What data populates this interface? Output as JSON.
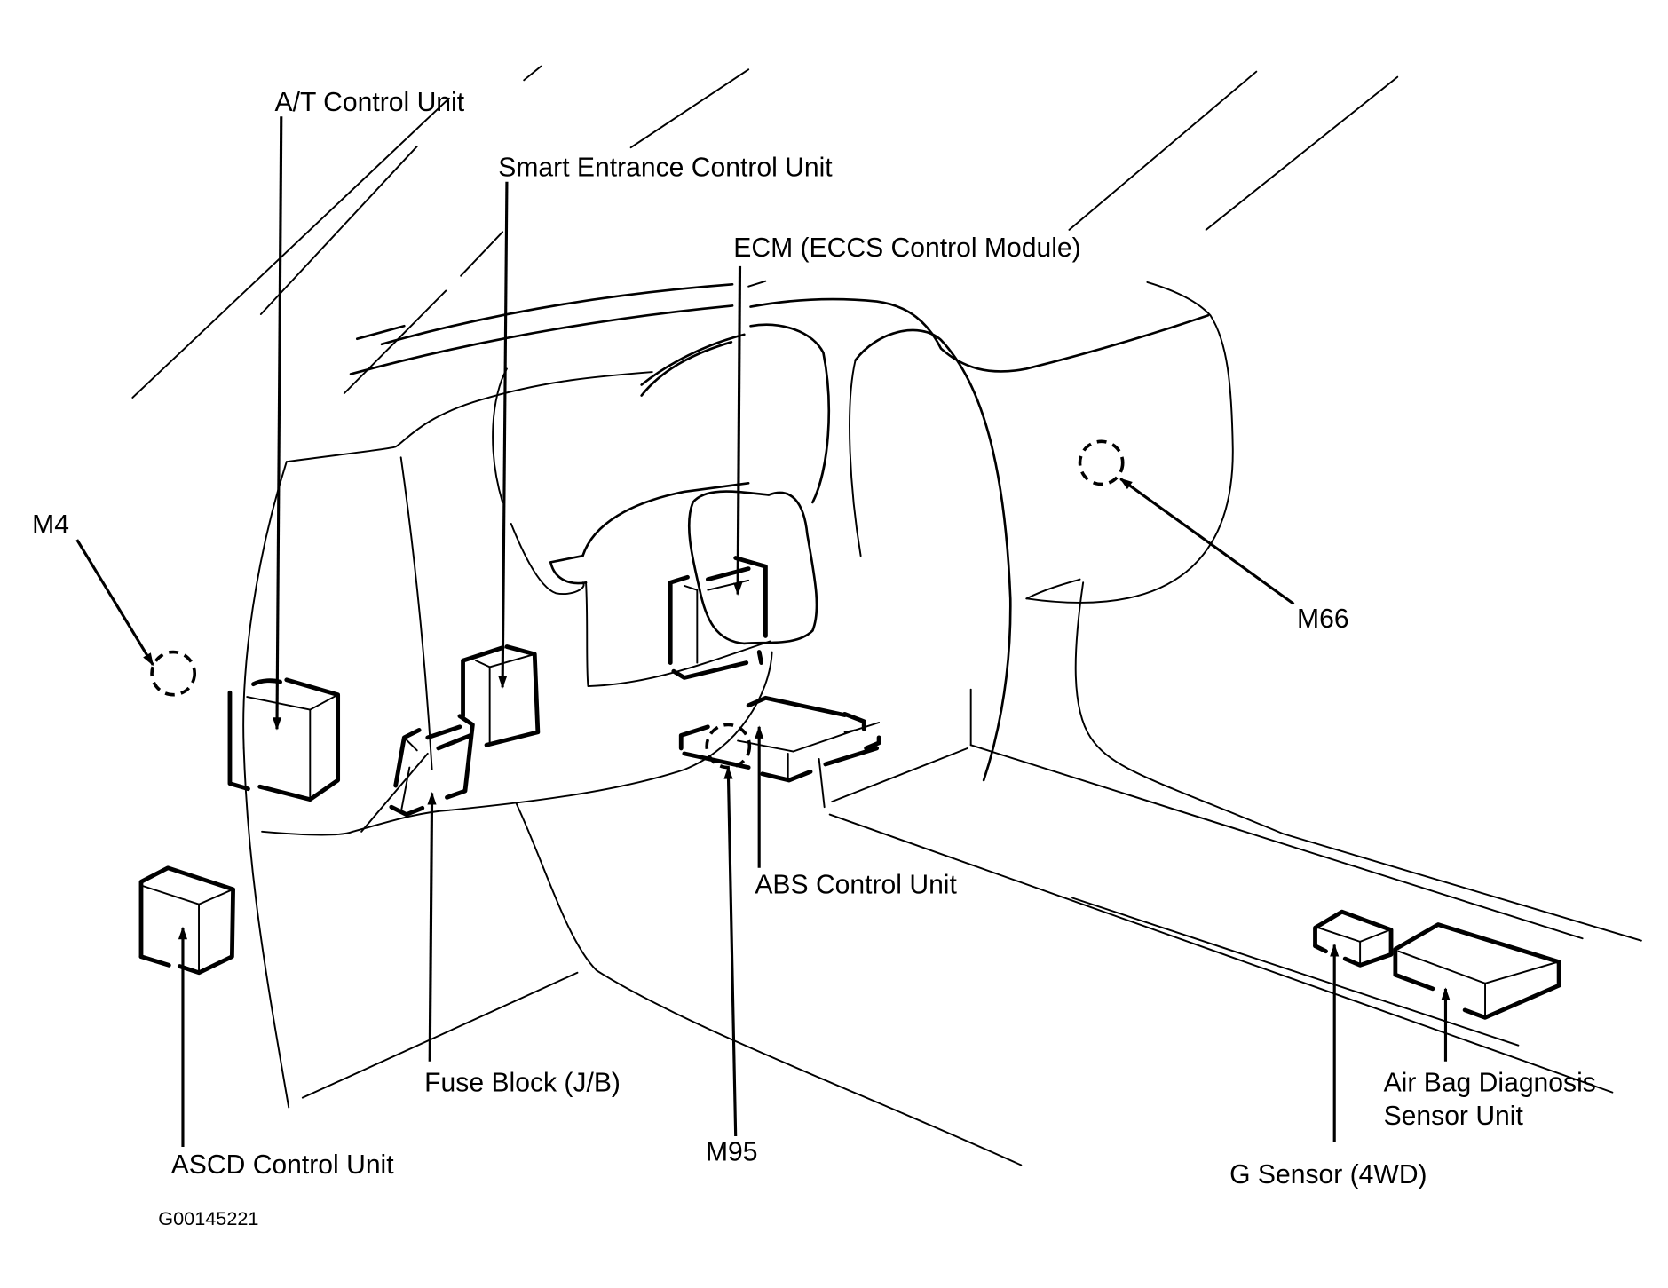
{
  "diagram": {
    "title": "Component Locations - Dash Area",
    "figure_id": "G00145221",
    "labels": {
      "at_control_unit": "A/T Control Unit",
      "smart_entrance_control_unit": "Smart Entrance Control Unit",
      "ecm": "ECM (ECCS Control Module)",
      "m4": "M4",
      "m66": "M66",
      "abs_control_unit": "ABS Control Unit",
      "fuse_block": "Fuse Block (J/B)",
      "m95": "M95",
      "ascd_control_unit": "ASCD Control Unit",
      "g_sensor": "G Sensor (4WD)",
      "air_bag_line1": "Air Bag Diagnosis",
      "air_bag_line2": "Sensor Unit"
    },
    "connectors": [
      "M4",
      "M66",
      "M95"
    ],
    "components": [
      "A/T Control Unit",
      "Smart Entrance Control Unit",
      "ECM (ECCS Control Module)",
      "ABS Control Unit",
      "Fuse Block (J/B)",
      "ASCD Control Unit",
      "G Sensor (4WD)",
      "Air Bag Diagnosis Sensor Unit"
    ]
  }
}
